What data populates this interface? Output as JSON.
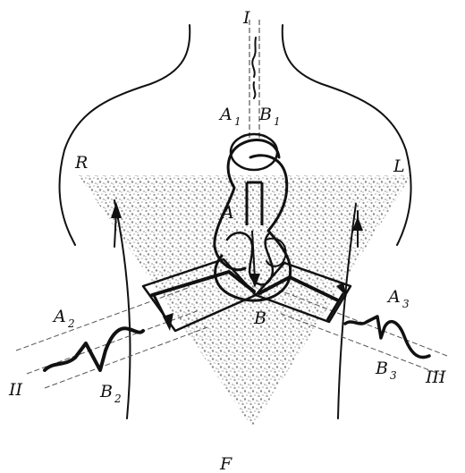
{
  "labels": {
    "lead_I": "I",
    "lead_II": "II",
    "lead_III": "III",
    "right": "R",
    "left": "L",
    "foot": "F",
    "A": "A",
    "B": "B",
    "A1": "A",
    "A1_sub": "1",
    "B1": "B",
    "B1_sub": "1",
    "A2": "A",
    "A2_sub": "2",
    "B2": "B",
    "B2_sub": "2",
    "A3": "A",
    "A3_sub": "3",
    "B3": "B",
    "B3_sub": "3"
  },
  "colors": {
    "ink": "#111111",
    "shading": "#9a9a9a",
    "background": "#ffffff"
  }
}
